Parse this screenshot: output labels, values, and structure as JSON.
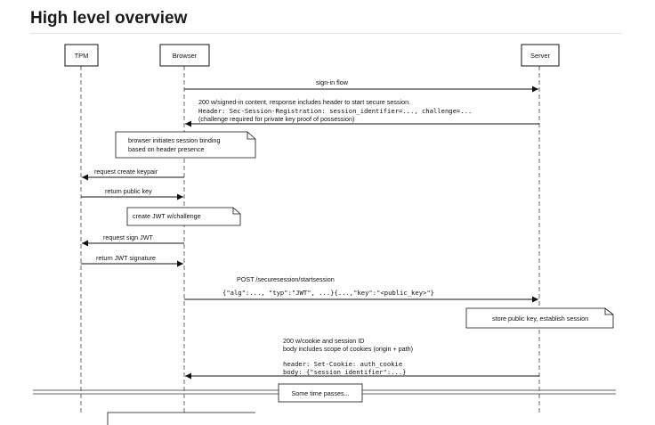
{
  "heading": "High level overview",
  "participants": {
    "tpm": "TPM",
    "browser": "Browser",
    "server": "Server"
  },
  "messages": {
    "sign_in": "sign-in flow",
    "response_200_line1": "200 w/signed-in content, response includes header to start secure session.",
    "response_200_line2": "Header: Sec-Session-Registration: session_identifier=..., challenge=...",
    "response_200_line3": "(challenge required for private key proof of possession)",
    "request_keypair": "request create keypair",
    "return_public_key": "return public key",
    "request_sign_jwt": "request sign JWT",
    "return_jwt_signature": "return JWT signature",
    "post_line1": "POST /securesession/startsession",
    "post_line2": "{\"alg\":..., \"typ\":\"JWT\", ...}{...,\"key\":\"<public_key>\"}",
    "cookie_line1": "200 w/cookie and session ID",
    "cookie_line2": "body includes scope of cookies (origin + path)",
    "cookie_line3": "header: Set-Cookie: auth_cookie",
    "cookie_line4": "body: {\"session_identifier\":...}"
  },
  "notes": {
    "binding_line1": "browser initiates session binding",
    "binding_line2": "based on header presence",
    "create_jwt": "create JWT w/challenge",
    "store_key": "store public key, establish session"
  },
  "divider": "Some time passes..."
}
